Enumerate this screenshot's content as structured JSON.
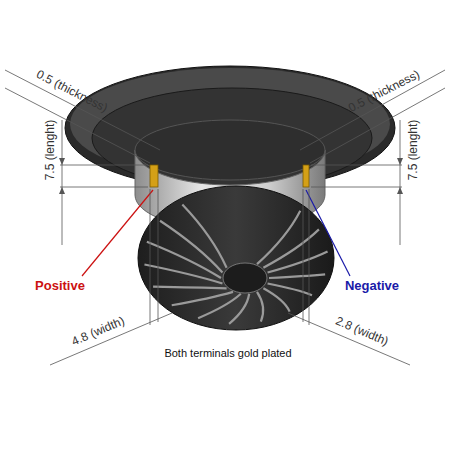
{
  "diagram": {
    "labels": [
      "0.5 (thickness)",
      "0.5 (thickness)",
      "7.5 (lenght)",
      "7.5 (lenght)",
      "Positive",
      "Negative",
      "4.8 (width)",
      "2.8 (width)",
      "Both terminals gold plated"
    ]
  }
}
